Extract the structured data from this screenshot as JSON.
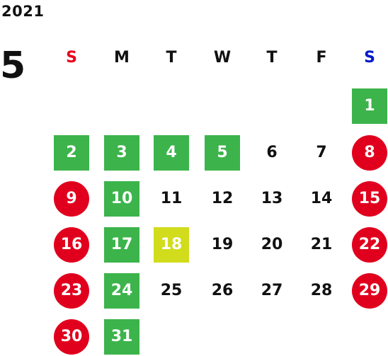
{
  "calendar": {
    "year": "2021",
    "month": "5",
    "weekdays": [
      {
        "label": "S",
        "color": "#e8001c"
      },
      {
        "label": "M",
        "color": "#111111"
      },
      {
        "label": "T",
        "color": "#111111"
      },
      {
        "label": "W",
        "color": "#111111"
      },
      {
        "label": "T",
        "color": "#111111"
      },
      {
        "label": "F",
        "color": "#111111"
      },
      {
        "label": "S",
        "color": "#0019c8"
      }
    ],
    "colors": {
      "green": "#3cb44b",
      "red": "#e0001d",
      "yellow": "#d1dc1c"
    },
    "days": [
      {
        "day": "1",
        "row": 0,
        "col": 6,
        "style": "green-square"
      },
      {
        "day": "2",
        "row": 1,
        "col": 0,
        "style": "green-square"
      },
      {
        "day": "3",
        "row": 1,
        "col": 1,
        "style": "green-square"
      },
      {
        "day": "4",
        "row": 1,
        "col": 2,
        "style": "green-square"
      },
      {
        "day": "5",
        "row": 1,
        "col": 3,
        "style": "green-square"
      },
      {
        "day": "6",
        "row": 1,
        "col": 4,
        "style": "plain"
      },
      {
        "day": "7",
        "row": 1,
        "col": 5,
        "style": "plain"
      },
      {
        "day": "8",
        "row": 1,
        "col": 6,
        "style": "red-circle"
      },
      {
        "day": "9",
        "row": 2,
        "col": 0,
        "style": "red-circle"
      },
      {
        "day": "10",
        "row": 2,
        "col": 1,
        "style": "green-square"
      },
      {
        "day": "11",
        "row": 2,
        "col": 2,
        "style": "plain"
      },
      {
        "day": "12",
        "row": 2,
        "col": 3,
        "style": "plain"
      },
      {
        "day": "13",
        "row": 2,
        "col": 4,
        "style": "plain"
      },
      {
        "day": "14",
        "row": 2,
        "col": 5,
        "style": "plain"
      },
      {
        "day": "15",
        "row": 2,
        "col": 6,
        "style": "red-circle"
      },
      {
        "day": "16",
        "row": 3,
        "col": 0,
        "style": "red-circle"
      },
      {
        "day": "17",
        "row": 3,
        "col": 1,
        "style": "green-square"
      },
      {
        "day": "18",
        "row": 3,
        "col": 2,
        "style": "yellow-square"
      },
      {
        "day": "19",
        "row": 3,
        "col": 3,
        "style": "plain"
      },
      {
        "day": "20",
        "row": 3,
        "col": 4,
        "style": "plain"
      },
      {
        "day": "21",
        "row": 3,
        "col": 5,
        "style": "plain"
      },
      {
        "day": "22",
        "row": 3,
        "col": 6,
        "style": "red-circle"
      },
      {
        "day": "23",
        "row": 4,
        "col": 0,
        "style": "red-circle"
      },
      {
        "day": "24",
        "row": 4,
        "col": 1,
        "style": "green-square"
      },
      {
        "day": "25",
        "row": 4,
        "col": 2,
        "style": "plain"
      },
      {
        "day": "26",
        "row": 4,
        "col": 3,
        "style": "plain"
      },
      {
        "day": "27",
        "row": 4,
        "col": 4,
        "style": "plain"
      },
      {
        "day": "28",
        "row": 4,
        "col": 5,
        "style": "plain"
      },
      {
        "day": "29",
        "row": 4,
        "col": 6,
        "style": "red-circle"
      },
      {
        "day": "30",
        "row": 5,
        "col": 0,
        "style": "red-circle"
      },
      {
        "day": "31",
        "row": 5,
        "col": 1,
        "style": "green-square"
      }
    ]
  }
}
